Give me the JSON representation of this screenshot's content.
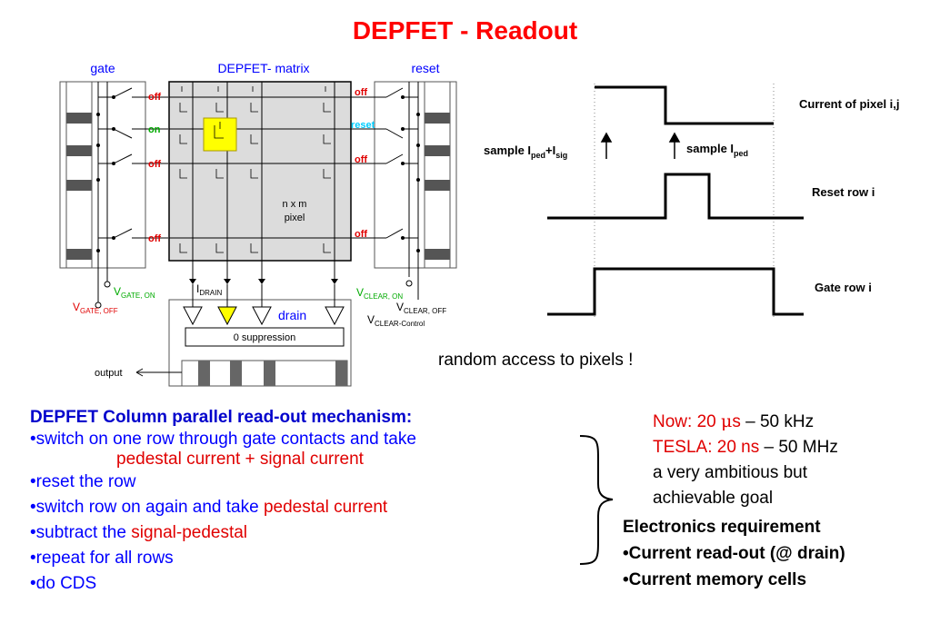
{
  "title": "DEPFET - Readout",
  "diagram": {
    "gate_label": "gate",
    "matrix_label": "DEPFET- matrix",
    "reset_label": "reset",
    "row_states_left": [
      "off",
      "on",
      "off",
      "off"
    ],
    "row_states_right": [
      "off",
      "reset",
      "off",
      "off"
    ],
    "matrix_text_1": "n x m",
    "matrix_text_2": "pixel",
    "i_drain": "I",
    "i_drain_sub": "DRAIN",
    "vgate_on": "V",
    "vgate_on_sub": "GATE, ON",
    "vgate_off": "V",
    "vgate_off_sub": "GATE, OFF",
    "vclear_on": "V",
    "vclear_on_sub": "CLEAR, ON",
    "vclear_off": "V",
    "vclear_off_sub": "CLEAR, OFF",
    "vclear_ctrl": "V",
    "vclear_ctrl_sub": "CLEAR-Control",
    "drain_label": "drain",
    "suppression_label": "0 suppression",
    "output_label": "output"
  },
  "timing": {
    "current_label": "Current of pixel i,j",
    "reset_label": "Reset row i",
    "gate_label": "Gate row i",
    "sample1_pre": "sample I",
    "sample1_sub1": "ped",
    "sample1_mid": "+I",
    "sample1_sub2": "sig",
    "sample2_pre": "sample I",
    "sample2_sub": "ped",
    "random_access": "random access to pixels !"
  },
  "bullets": {
    "header": "DEPFET Column parallel read-out mechanism:",
    "b1_a": "•switch on one row through gate contacts and take",
    "b1_b": "pedestal current + signal current",
    "b2": "•reset the row",
    "b3_a": "•switch row on again and take ",
    "b3_b": "pedestal current",
    "b4_a": "•subtract the ",
    "b4_b": "signal-pedestal",
    "b5": "•repeat for all rows",
    "b6": "•do CDS"
  },
  "notes": {
    "now_a": "Now: 20 ",
    "now_mu": "μ",
    "now_b": "s",
    "now_c": " – 50 kHz",
    "tesla_a": "TESLA: 20 ns",
    "tesla_b": " – 50 MHz",
    "goal_1": "a very ambitious but",
    "goal_2": "achievable goal",
    "elec_title": "Electronics requirement",
    "elec_1": "•Current read-out (@ drain)",
    "elec_2": "•Current memory cells"
  },
  "colors": {
    "title": "#ff0000",
    "blue": "#0000ff",
    "red": "#e00000",
    "green": "#00aa00",
    "cyan": "#00ccff",
    "highlight": "#ffff00",
    "matrix_bg": "#dcdcdc"
  }
}
